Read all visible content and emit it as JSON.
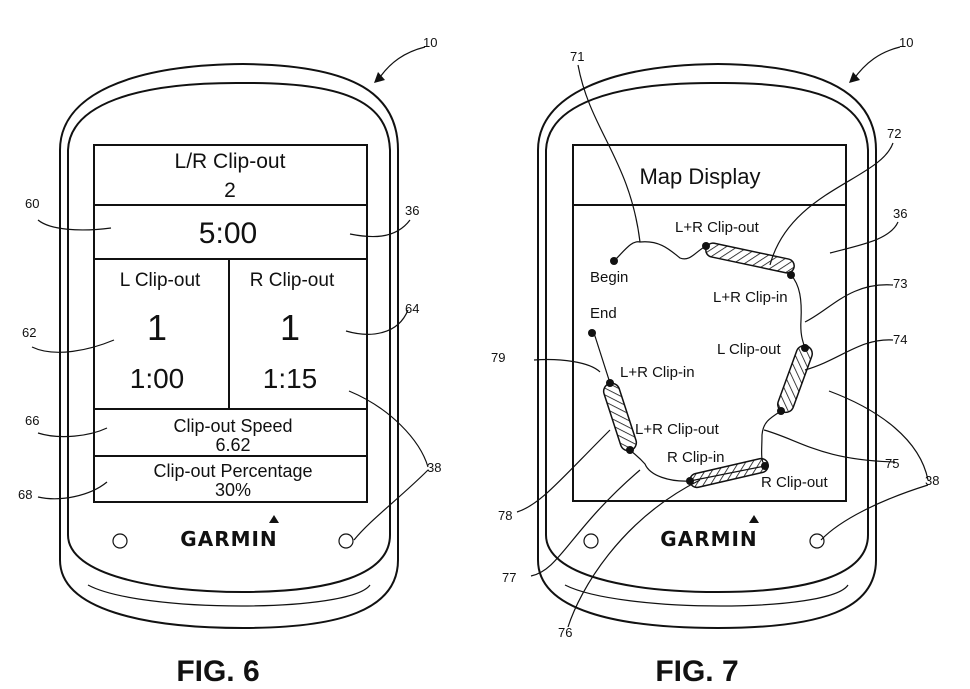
{
  "device": {
    "brand": "GARMIN"
  },
  "fig6": {
    "caption": "FIG. 6",
    "header_title": "L/R Clip-out",
    "header_count": "2",
    "total_time": "5:00",
    "left": {
      "label": "L Clip-out",
      "count": "1",
      "time": "1:00"
    },
    "right": {
      "label": "R Clip-out",
      "count": "1",
      "time": "1:15"
    },
    "speed": {
      "label": "Clip-out Speed",
      "value": "6.62"
    },
    "percentage": {
      "label": "Clip-out Percentage",
      "value": "30%"
    },
    "refs": {
      "device": "10",
      "r60": "60",
      "r36": "36",
      "r62": "62",
      "r64": "64",
      "r66": "66",
      "r68": "68",
      "r38": "38"
    }
  },
  "fig7": {
    "caption": "FIG. 7",
    "header_title": "Map Display",
    "labels": {
      "begin": "Begin",
      "end": "End",
      "lr_clip_out_top": "L+R Clip-out",
      "lr_clip_in_top": "L+R Clip-in",
      "l_clip_out": "L Clip-out",
      "r_clip_out": "R Clip-out",
      "r_clip_in": "R Clip-in",
      "lr_clip_out_left": "L+R Clip-out",
      "lr_clip_in_left": "L+R Clip-in"
    },
    "refs": {
      "device": "10",
      "r71": "71",
      "r72": "72",
      "r36": "36",
      "r73": "73",
      "r74": "74",
      "r75": "75",
      "r38": "38",
      "r76": "76",
      "r77": "77",
      "r78": "78",
      "r79": "79"
    }
  }
}
